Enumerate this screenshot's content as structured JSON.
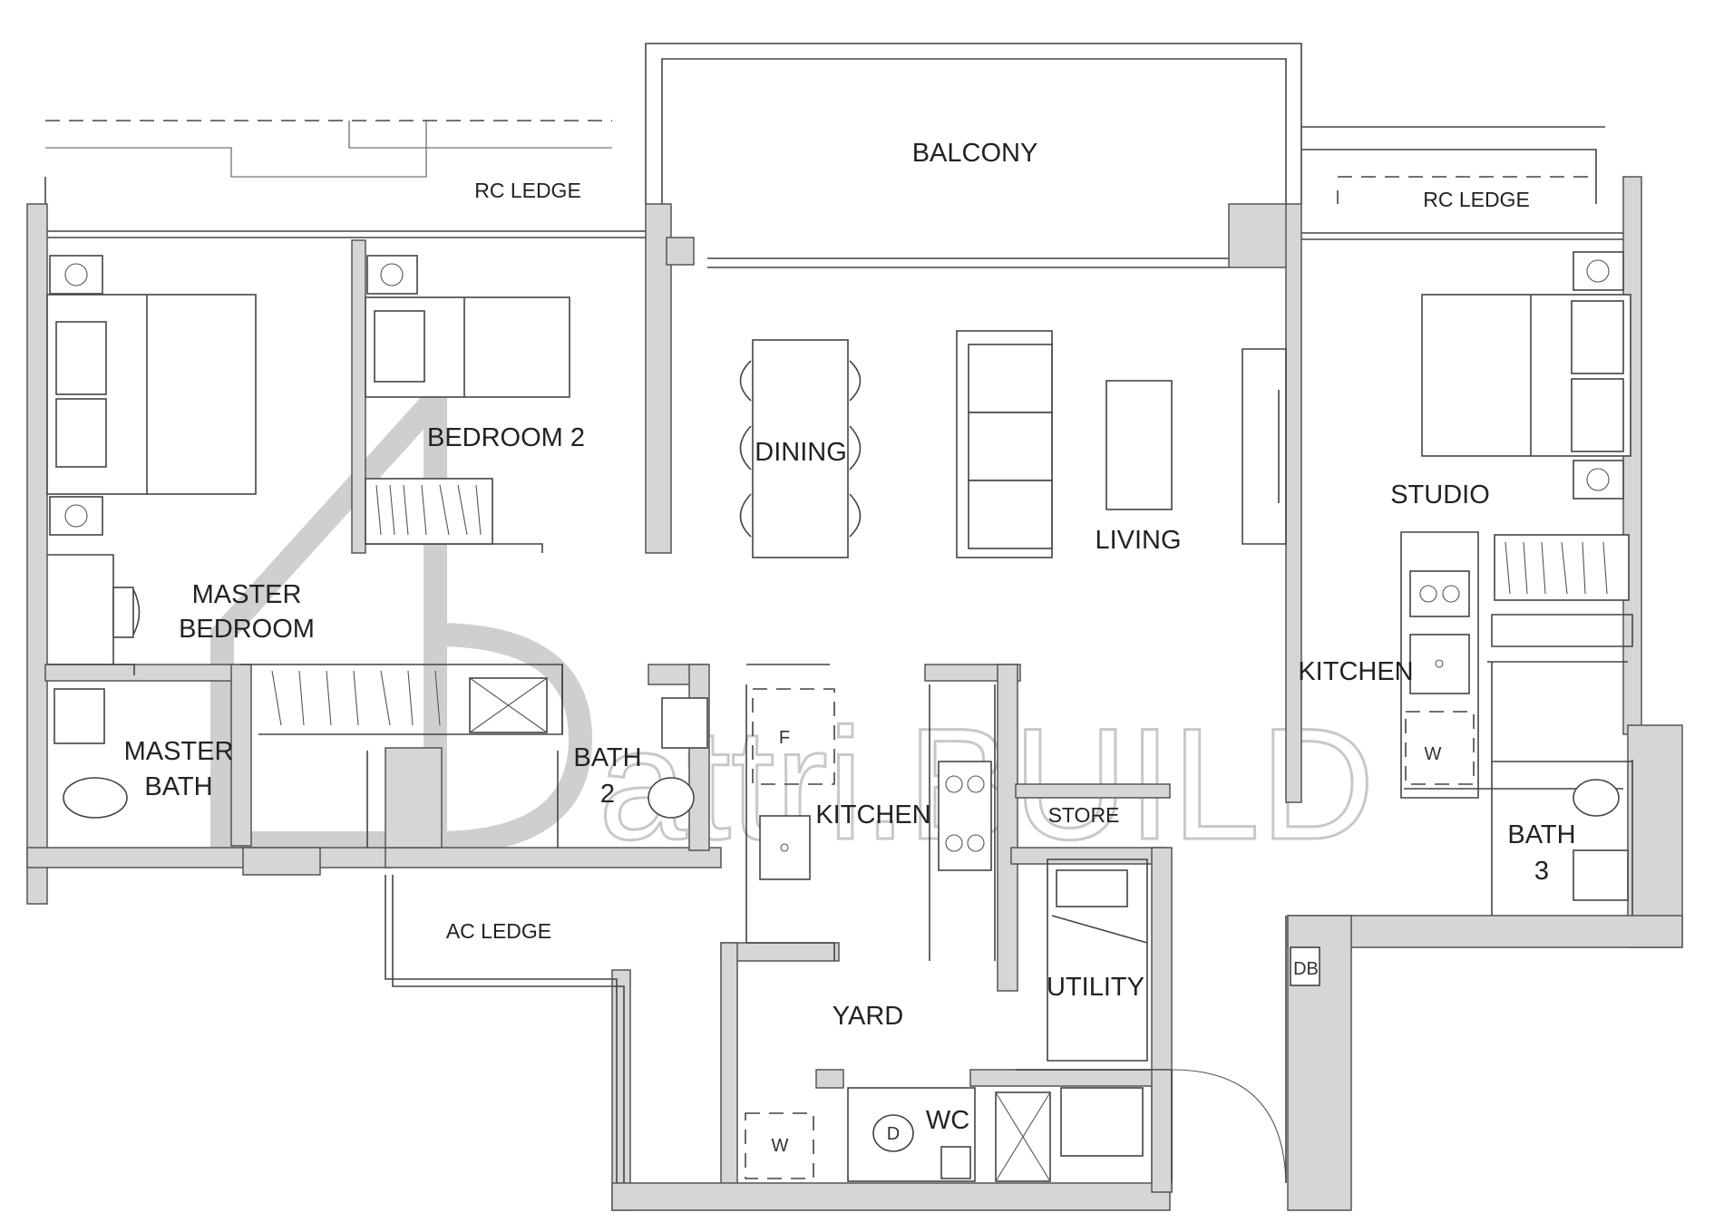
{
  "rooms": {
    "balcony": "BALCONY",
    "rc_ledge_left": "RC LEDGE",
    "rc_ledge_right": "RC LEDGE",
    "bedroom_2": "BEDROOM 2",
    "dining": "DINING",
    "living": "LIVING",
    "studio": "STUDIO",
    "master_bedroom_line1": "MASTER",
    "master_bedroom_line2": "BEDROOM",
    "master_bath_line1": "MASTER",
    "master_bath_line2": "BATH",
    "bath_2_line1": "BATH",
    "bath_2_line2": "2",
    "kitchen_main": "KITCHEN",
    "store": "STORE",
    "kitchen_studio": "KITCHEN",
    "bath_3_line1": "BATH",
    "bath_3_line2": "3",
    "ac_ledge": "AC LEDGE",
    "yard": "YARD",
    "utility": "UTILITY",
    "wc": "WC",
    "db": "DB"
  },
  "fixtures": {
    "fridge": "F",
    "washer_studio": "W",
    "washer_yard": "W",
    "wc_toilet": "D"
  },
  "watermark": {
    "text": "attri.BUILD"
  }
}
